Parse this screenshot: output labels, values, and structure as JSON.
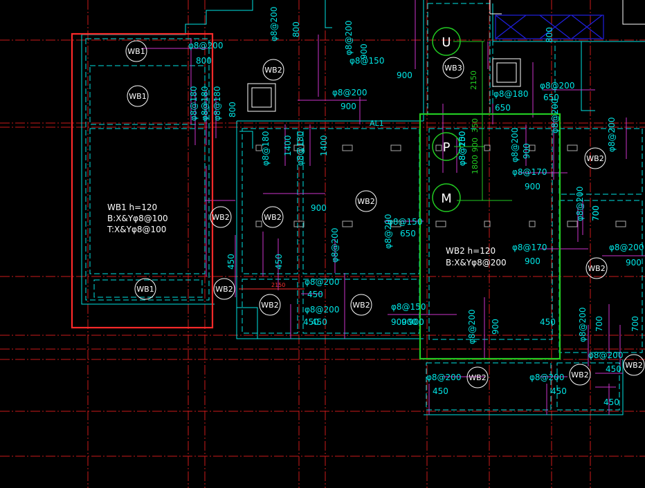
{
  "colors": {
    "background": "#000000",
    "axis_line": "#cc1a1a",
    "slab_outline": "#00e5e5",
    "rebar": "#cc33cc",
    "text": "#ffffff",
    "highlight_red": "#ff2a2a",
    "highlight_green": "#22cc22",
    "cyan_text": "#00e5e5",
    "blue_hatch": "#2020e0"
  },
  "grid_bubbles": [
    "U",
    "P",
    "M"
  ],
  "slab_tags": [
    "WB1",
    "WB1",
    "WB1",
    "WB2",
    "WB2",
    "WB2",
    "WB2",
    "WB2",
    "WB2",
    "WB2",
    "WB2",
    "WB2",
    "WB2",
    "WB2",
    "WB2",
    "WB3"
  ],
  "slab_notes": {
    "wb1": [
      "WB1  h=120",
      "B:X&Yφ8@100",
      "T:X&Yφ8@100"
    ],
    "wb2": [
      "WB2  h=120",
      "B:X&Yφ8@200"
    ]
  },
  "rebar_labels": [
    "φ8@200",
    "φ8@200",
    "φ8@150",
    "φ8@200",
    "φ8@180",
    "φ8@180",
    "φ8@180",
    "φ8@180",
    "φ8@180",
    "φ8@200",
    "φ8@200",
    "φ8@200",
    "φ8@170",
    "φ8@150",
    "φ8@200",
    "φ8@200",
    "φ8@200",
    "φ8@170",
    "φ8@150",
    "φ8@200",
    "φ8@200",
    "φ8@150",
    "φ8@200",
    "φ8@200",
    "φ8@200",
    "φ8@200",
    "φ8@200",
    "φ8@200",
    "φ8@200",
    "φ8@200",
    "φ8@180",
    "φ8@200"
  ],
  "dim_labels": [
    "800",
    "800",
    "900",
    "900",
    "900",
    "800",
    "650",
    "900",
    "650",
    "1400",
    "1400",
    "900",
    "900",
    "450",
    "450",
    "900",
    "450",
    "450",
    "450",
    "900",
    "900",
    "900",
    "900",
    "800",
    "700",
    "700",
    "700",
    "450",
    "450",
    "450",
    "450",
    "450",
    "650",
    "700",
    "900"
  ],
  "small_labels": {
    "al1": "AL1",
    "dim_2150_green": "2150",
    "dim_1800": "1800",
    "dim_900_green": "900",
    "dim_350": "350",
    "dim_2150_red": "2150"
  }
}
